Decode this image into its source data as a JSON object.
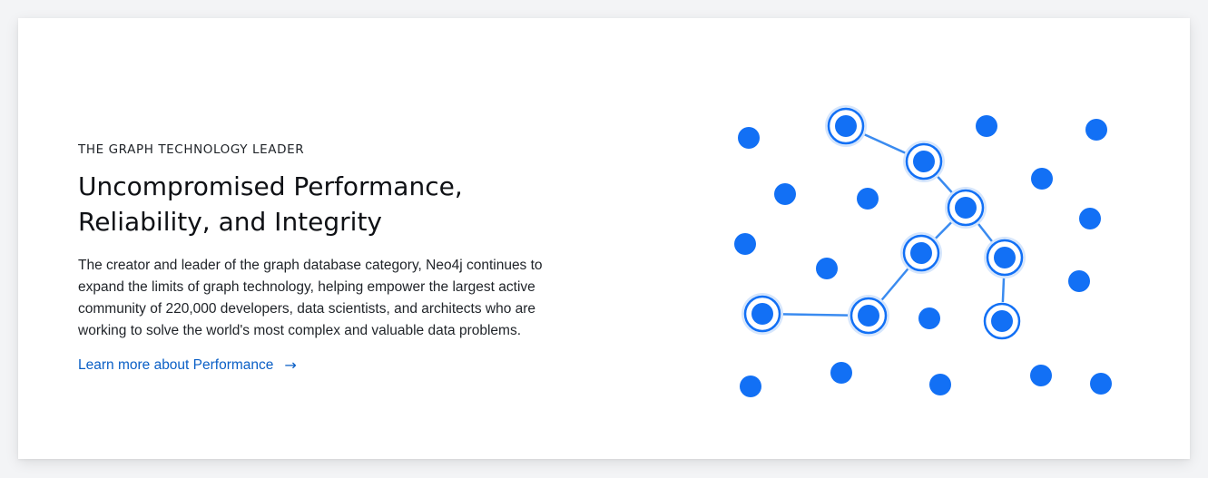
{
  "section": {
    "eyebrow": "THE GRAPH TECHNOLOGY LEADER",
    "title": "Uncompromised Performance, Reliability, and Integrity",
    "body": "The creator and leader of the graph database category, Neo4j continues to expand the limits of graph technology, helping empower the largest active community of 220,000 developers, data scientists, and architects who are working to solve the world's most complex and valuable data problems.",
    "link_label": "Learn more about Performance",
    "link_arrow": "→"
  },
  "colors": {
    "node": "#1270f5",
    "edge": "#3a8bf0",
    "ring": "#cfe1fb",
    "link": "#0a5fc6"
  },
  "illustration": {
    "icon": "graph-network-illustration"
  }
}
